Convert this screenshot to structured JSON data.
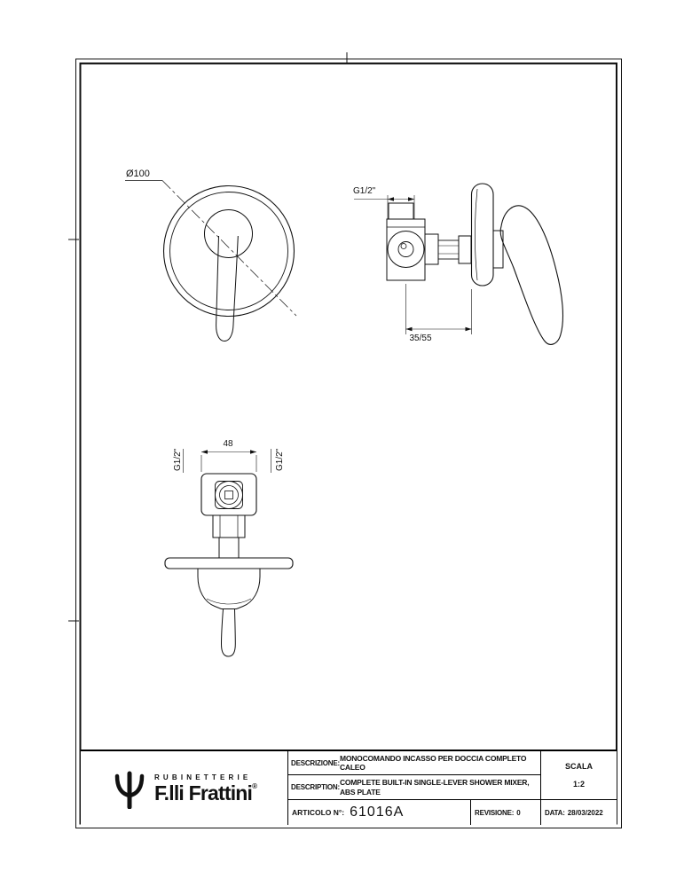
{
  "drawing": {
    "front_view": {
      "diameter": "Ø100"
    },
    "side_view": {
      "thread": "G1/2\"",
      "depth": "35/55"
    },
    "top_view": {
      "width": "48",
      "thread_left": "G1/2\"",
      "thread_right": "G1/2\""
    }
  },
  "title_block": {
    "brand": {
      "top_text": "RUBINETTERIE",
      "name": "F.lli Frattini",
      "registered_mark": "®"
    },
    "descrizione": {
      "label": "DESCRIZIONE:",
      "value": "MONOCOMANDO INCASSO PER DOCCIA COMPLETO CALEO"
    },
    "description": {
      "label": "DESCRIPTION:",
      "value": "COMPLETE BUILT-IN SINGLE-LEVER SHOWER MIXER, ABS PLATE"
    },
    "scala": {
      "label": "SCALA",
      "value": "1:2"
    },
    "articolo": {
      "label": "ARTICOLO N°:",
      "value": "61016A"
    },
    "revisione": {
      "label": "REVISIONE:",
      "value": "0"
    },
    "data": {
      "label": "DATA:",
      "value": "28/03/2022"
    }
  }
}
